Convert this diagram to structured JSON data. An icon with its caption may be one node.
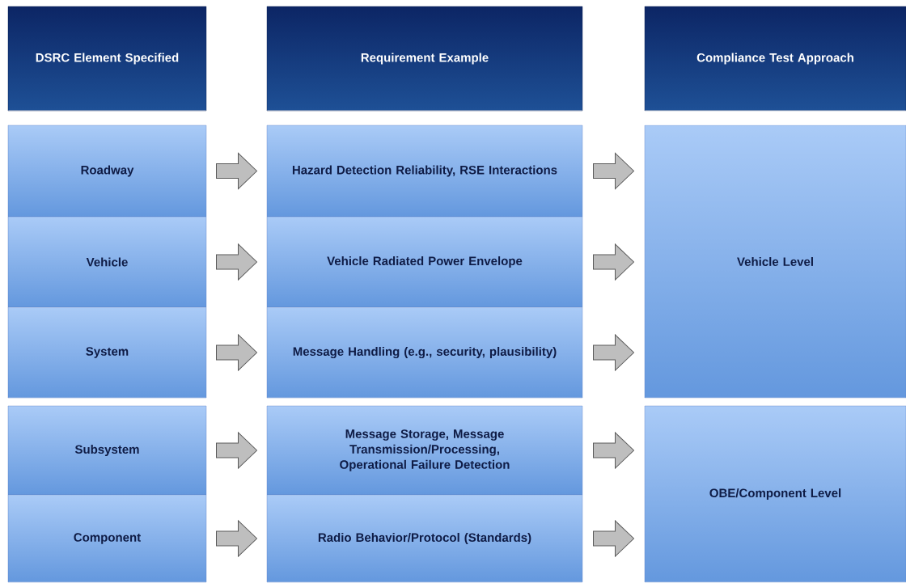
{
  "diagram": {
    "nodes": [
      {
        "text": [
          "DSRC Element Specified"
        ]
      },
      {
        "text": [
          "Requirement Example"
        ]
      },
      {
        "text": [
          "Compliance Test Approach"
        ]
      },
      {
        "text": [
          "Roadway"
        ]
      },
      {
        "text": [
          "Vehicle"
        ]
      },
      {
        "text": [
          "System"
        ]
      },
      {
        "text": [
          "Subsystem"
        ]
      },
      {
        "text": [
          "Component"
        ]
      },
      {
        "text": [
          "Hazard Detection Reliability, RSE Interactions"
        ]
      },
      {
        "text": [
          "Vehicle Radiated Power Envelope"
        ]
      },
      {
        "text": [
          "Message Handling (e.g., security, plausibility)"
        ]
      },
      {
        "text": [
          "Message Storage, Message Transmission/Processing, Operational Failure Detection"
        ]
      },
      {
        "text": [
          "Radio Behavior/Protocol (Standards)"
        ]
      },
      {
        "text": [
          "Vehicle Level"
        ]
      },
      {
        "text": [
          "OBE/Component Level"
        ]
      }
    ],
    "edges": [
      {
        "from": 3,
        "to": 8,
        "arrow": "to"
      },
      {
        "from": 4,
        "to": 9,
        "arrow": "to"
      },
      {
        "from": 5,
        "to": 10,
        "arrow": "to"
      },
      {
        "from": 6,
        "to": 11,
        "arrow": "to"
      },
      {
        "from": 7,
        "to": 12,
        "arrow": "to"
      },
      {
        "from": 8,
        "to": 13,
        "arrow": "to"
      },
      {
        "from": 9,
        "to": 13,
        "arrow": "to"
      },
      {
        "from": 10,
        "to": 13,
        "arrow": "to"
      },
      {
        "from": 11,
        "to": 14,
        "arrow": "to"
      },
      {
        "from": 12,
        "to": 14,
        "arrow": "to"
      }
    ]
  }
}
